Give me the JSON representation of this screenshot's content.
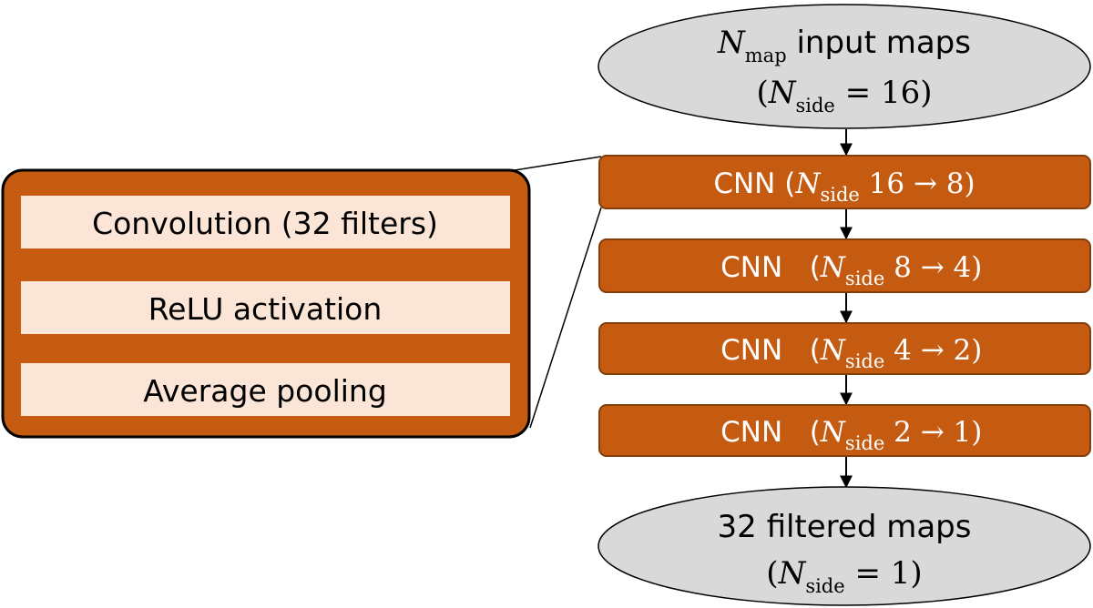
{
  "colors": {
    "cnn_fill": "#C55A11",
    "cnn_stroke": "#843C0B",
    "cnn_text": "#FFFFFF",
    "detail_row_fill": "#FBE5D6",
    "ellipse_fill": "#D9D9D9",
    "ellipse_stroke": "#000000",
    "arrow": "#000000"
  },
  "input_node": {
    "line1_symbol": "N",
    "line1_sub": "map",
    "line1_text": " input maps",
    "line2_open": "(",
    "line2_symbol": "N",
    "line2_sub": "side",
    "line2_rest": " = 16)"
  },
  "cnn_layers": [
    {
      "label": "CNN (",
      "symbol": "N",
      "sub": "side",
      "transition": " 16 → 8)"
    },
    {
      "label": "CNN   (",
      "symbol": "N",
      "sub": "side",
      "transition": " 8 → 4)"
    },
    {
      "label": "CNN   (",
      "symbol": "N",
      "sub": "side",
      "transition": " 4 → 2)"
    },
    {
      "label": "CNN   (",
      "symbol": "N",
      "sub": "side",
      "transition": " 2 → 1)"
    }
  ],
  "detail_box": {
    "rows": [
      "Convolution (32 filters)",
      "ReLU activation",
      "Average pooling"
    ]
  },
  "output_node": {
    "line1_text": "32 filtered maps",
    "line2_open": "(",
    "line2_symbol": "N",
    "line2_sub": "side",
    "line2_rest": " = 1)"
  }
}
